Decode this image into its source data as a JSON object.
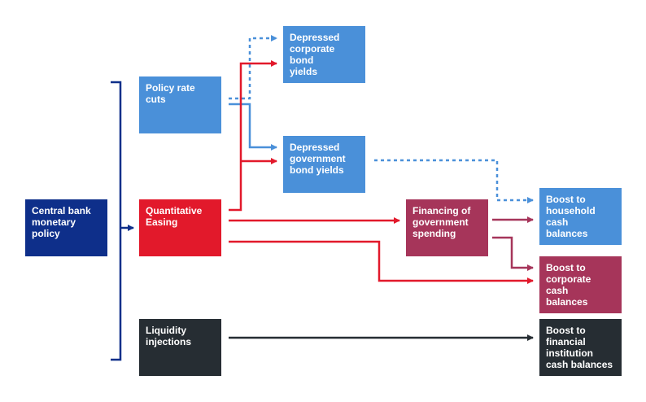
{
  "colors": {
    "navy": "#0e2f8a",
    "blue": "#4a90d9",
    "red": "#e2192b",
    "plum": "#a6355a",
    "dark": "#262d33"
  },
  "boxes": {
    "central_bank": "Central bank\nmonetary\npolicy",
    "policy_rate": "Policy rate\ncuts",
    "qe": "Quantitative\nEasing",
    "liquidity": "Liquidity\ninjections",
    "corp_yields": "Depressed\ncorporate bond\nyields",
    "gov_yields": "Depressed\ngovernment\nbond yields",
    "financing": "Financing of\ngovernment\nspending",
    "household": "Boost to\nhousehold cash\nbalances",
    "corporate": "Boost to\ncorporate cash\nbalances",
    "financial": "Boost to\nfinancial\ninstitution\ncash balances"
  },
  "connectors": [
    {
      "from": "central_bank",
      "to": "policy_options",
      "style": "bracket",
      "color": "navy"
    },
    {
      "from": "policy_rate",
      "to": "corp_yields",
      "style": "dotted",
      "color": "blue"
    },
    {
      "from": "policy_rate",
      "to": "gov_yields",
      "style": "solid",
      "color": "blue"
    },
    {
      "from": "qe",
      "to": "corp_yields",
      "style": "solid",
      "color": "red"
    },
    {
      "from": "qe",
      "to": "gov_yields",
      "style": "solid",
      "color": "red"
    },
    {
      "from": "qe",
      "to": "financing",
      "style": "solid",
      "color": "red"
    },
    {
      "from": "qe",
      "to": "corporate",
      "style": "solid",
      "color": "red"
    },
    {
      "from": "gov_yields",
      "to": "household",
      "style": "dotted",
      "color": "blue"
    },
    {
      "from": "financing",
      "to": "household",
      "style": "solid",
      "color": "plum"
    },
    {
      "from": "financing",
      "to": "corporate",
      "style": "solid",
      "color": "plum"
    },
    {
      "from": "liquidity",
      "to": "financial",
      "style": "solid",
      "color": "dark"
    }
  ]
}
